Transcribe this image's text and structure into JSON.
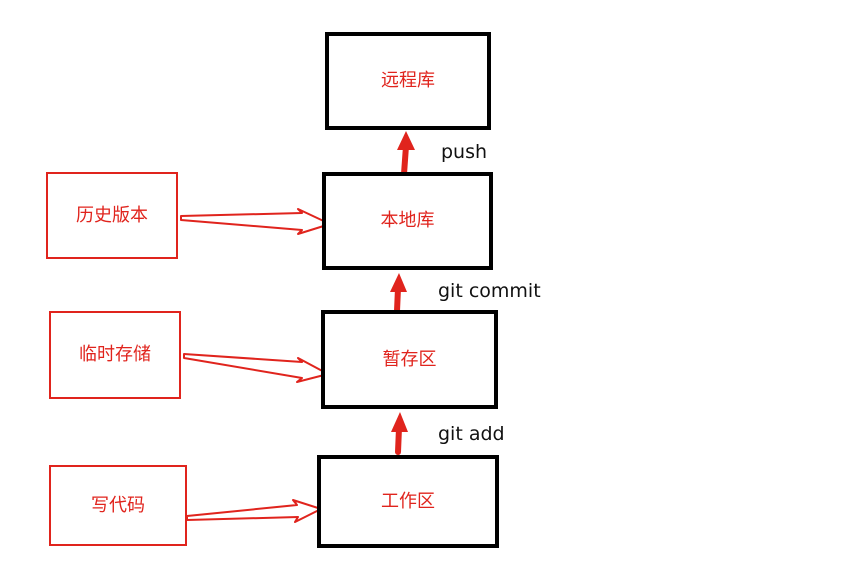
{
  "diagram": {
    "stages": {
      "remote": "远程库",
      "local": "本地库",
      "staging": "暂存区",
      "workspace": "工作区"
    },
    "notes": {
      "history": "历史版本",
      "temp": "临时存储",
      "code": "写代码"
    },
    "commands": {
      "push": "push",
      "commit": "git commit",
      "add": "git add"
    }
  },
  "colors": {
    "accent_red": "#e0241d",
    "box_border": "#000000",
    "text_dark": "#111111",
    "background": "#ffffff"
  }
}
